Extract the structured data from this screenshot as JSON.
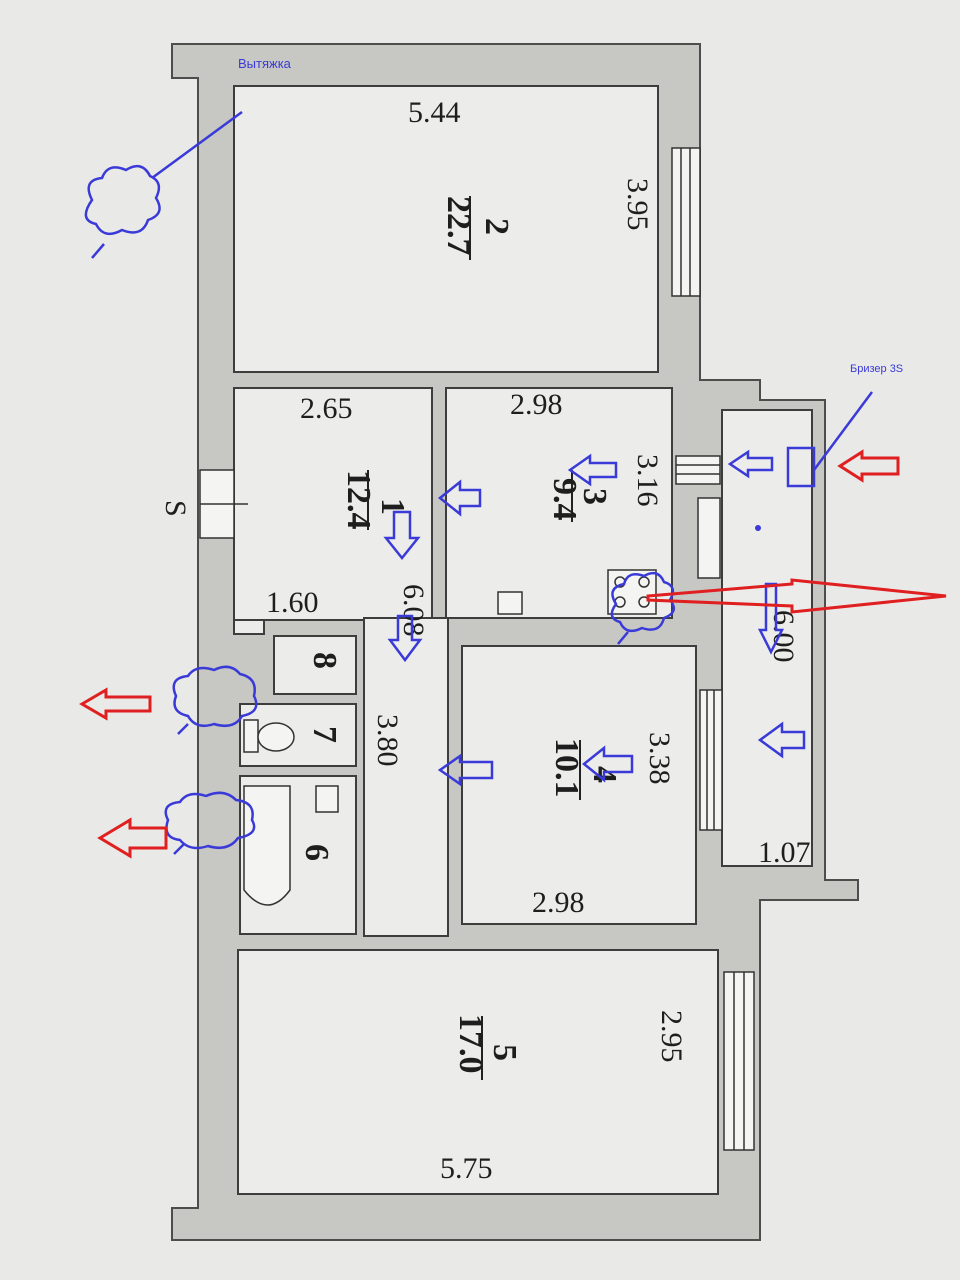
{
  "annotations": {
    "exhaust_label": "Вытяжка",
    "breezer_label": "Бризер 3S"
  },
  "rooms": {
    "r2": {
      "number": "2",
      "area": "22.7",
      "width": "5.44",
      "depth": "3.95"
    },
    "r1": {
      "number": "1",
      "area": "12.4",
      "width": "2.65",
      "depth": "6.08",
      "small": "1.60",
      "lower": "3.80"
    },
    "r3": {
      "number": "3",
      "area": "9.4",
      "width": "2.98",
      "depth": "3.16"
    },
    "r4": {
      "number": "4",
      "area": "10.1",
      "width": "2.98",
      "depth": "3.38"
    },
    "r5": {
      "number": "5",
      "area": "17.0",
      "width": "5.75",
      "depth": "2.95"
    },
    "r6": {
      "number": "6"
    },
    "r7": {
      "number": "7"
    },
    "r8": {
      "number": "8"
    },
    "balcony": {
      "length": "6.00",
      "width": "1.07"
    },
    "entry_mark": "S"
  },
  "colors": {
    "annotation_blue": "#3a3ad8",
    "arrow_red": "#e02020",
    "wall_fill": "#c7c7c3"
  }
}
